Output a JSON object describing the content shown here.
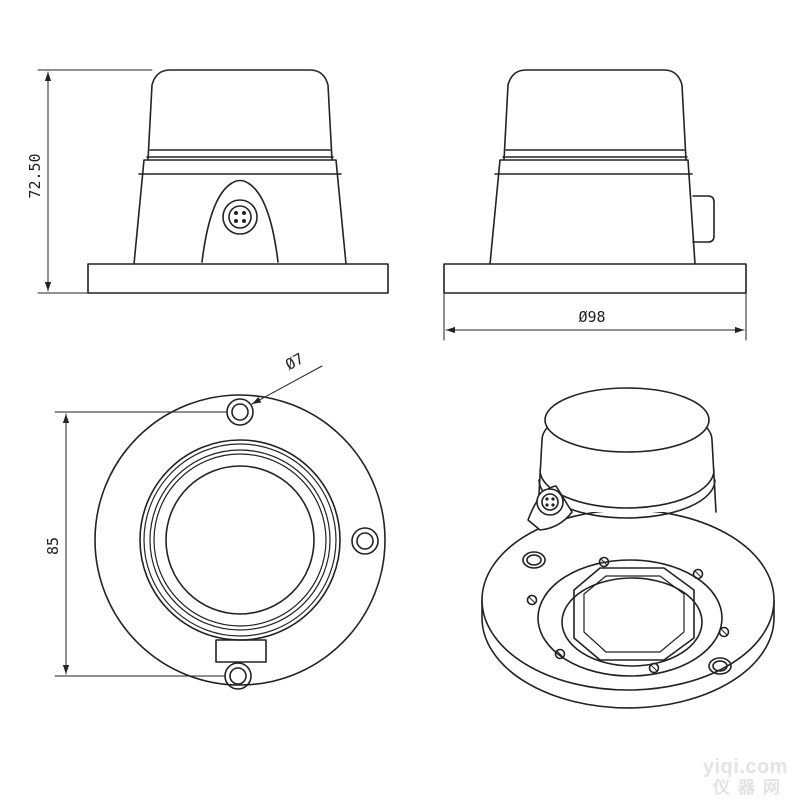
{
  "dimensions": {
    "height": "72.50",
    "base_diameter": "Ø98",
    "hole_diameter": "Ø7",
    "flange_size": "85"
  },
  "watermark": {
    "url": "yiqi.com",
    "name": "仪器网"
  },
  "colors": {
    "line": "#222222",
    "watermark": "#e3e3e3"
  }
}
